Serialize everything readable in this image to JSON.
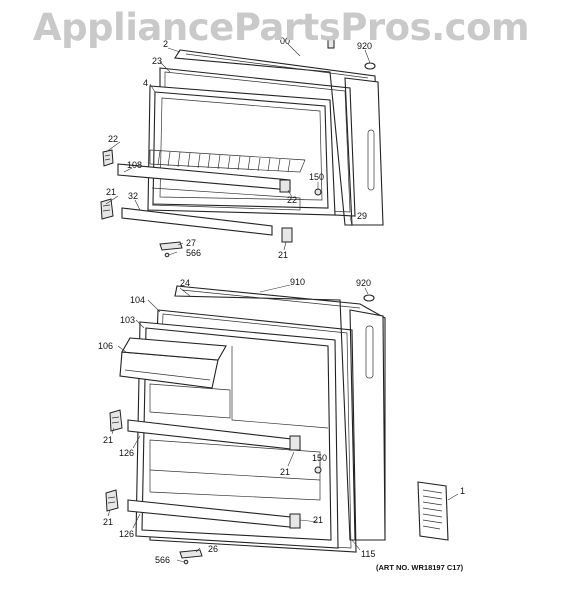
{
  "watermark": "AppliancePartsPros.com",
  "art_number": "(ART NO. WR18197 C17)",
  "callouts": {
    "top": {
      "c2": "2",
      "c00": "00",
      "c920": "920",
      "c23": "23",
      "c4": "4",
      "c22a": "22",
      "c108": "108",
      "c150": "150",
      "c22b": "22",
      "c21a": "21",
      "c32": "32",
      "c29": "29",
      "c27": "27",
      "c566": "566",
      "c21b": "21"
    },
    "bottom": {
      "c24": "24",
      "c910": "910",
      "c920": "920",
      "c104": "104",
      "c103": "103",
      "c106": "106",
      "c21a": "21",
      "c126a": "126",
      "c21b": "21",
      "c150": "150",
      "c21c": "21",
      "c126b": "126",
      "c21d": "21",
      "c1": "1",
      "c26": "26",
      "c566": "566",
      "c115": "115"
    }
  }
}
